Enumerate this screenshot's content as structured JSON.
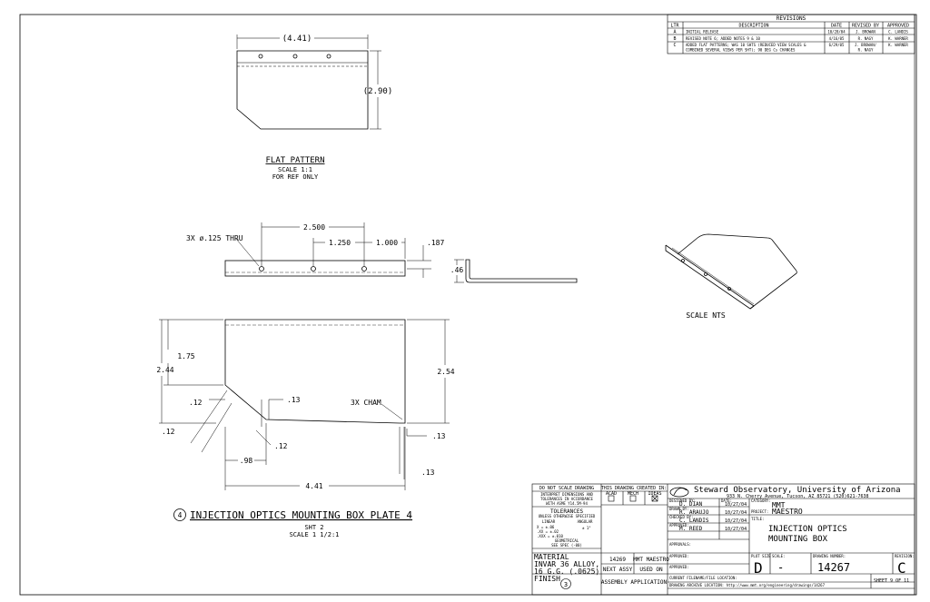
{
  "revisions": {
    "title": "REVISIONS",
    "headers": [
      "LTR",
      "DESCRIPTION",
      "DATE",
      "REVISED BY",
      "APPROVED"
    ],
    "rows": [
      {
        "ltr": "A",
        "desc1": "INITIAL RELEASE",
        "desc2": "",
        "date": "10/28/04",
        "by1": "J. BROWAN",
        "by2": "",
        "approved": "C. LANDIS"
      },
      {
        "ltr": "B",
        "desc1": "REVISED NOTE 6; ADDED NOTES 9 & 10",
        "desc2": "",
        "date": "4/16/05",
        "by1": "R. NAGY",
        "by2": "",
        "approved": "K. WARNER"
      },
      {
        "ltr": "C",
        "desc1": "ADDED FLAT PATTERNS; WAS 10 SHTS (REDUCED VIEW SCALES &",
        "desc2": "COMBINED SEVERAL VIEWS PER SHT); 90 DEG Cs CHANGES",
        "date": "6/29/05",
        "by1": "J. BROWAN/",
        "by2": "R. NAGY",
        "approved": "K. WARNER"
      }
    ]
  },
  "flat_pattern": {
    "dim_width": "(4.41)",
    "dim_height": "(2.90)",
    "title": "FLAT PATTERN",
    "scale": "SCALE 1:1",
    "note": "FOR REF ONLY"
  },
  "side_view": {
    "dim_2500": "2.500",
    "dim_1250": "1.250",
    "dim_1000": "1.000",
    "dim_187": ".187",
    "hole_callout": "3X ø.125 THRU"
  },
  "profile_view": {
    "dim_46": ".46"
  },
  "iso_view": {
    "label": "SCALE NTS"
  },
  "main_view": {
    "dim_175": "1.75",
    "dim_244": "2.44",
    "dim_254": "2.54",
    "dim_12a": ".12",
    "dim_12b": ".12",
    "dim_12c": ".12",
    "dim_13a": ".13",
    "dim_13b": ".13",
    "dim_13c": ".13",
    "dim_98": ".98",
    "dim_441": "4.41",
    "chamfer": "3X CHAM"
  },
  "view_title": {
    "number": "4",
    "text": "INJECTION OPTICS MOUNTING BOX PLATE 4",
    "sheet": "SHT 2",
    "scale": "SCALE 1 1/2:1"
  },
  "title_block": {
    "notice": "DO NOT SCALE DRAWING",
    "interpret1": "INTERPRET DIMENSIONS AND",
    "interpret2": "TOLERANCES IN ACCORDANCE",
    "interpret3": "WITH ASME Y14.5M-94",
    "tolerances_title": "TOLERANCES",
    "tolerances_sub": "UNLESS OTHERWISE SPECIFIED",
    "tol_linear": "LINEAR",
    "tol_angular": "ANGULAR",
    "tol_x": "X   = ±.06",
    "tol_xx": ".XX  = ±.02",
    "tol_xxx": ".XXX = ±.010",
    "tol_ang": "± 1°",
    "tol_geo1": "GEOMETRICAL",
    "tol_geo2": "SEE SPEC (-00)",
    "material_label": "MATERIAL",
    "material1": "INVAR 36 ALLOY,",
    "material2": "16 G.G. (.0625)",
    "finish_label": "FINISH",
    "finish_value": "3",
    "created_title": "THIS DRAWING CREATED IN:",
    "cad_acad": "ACAD",
    "cad_mech": "MECH",
    "cad_ideas": "IDEAS",
    "cad_mark": "X",
    "part_no": "14269",
    "part_name": "MMT MAESTRO",
    "next_assy": "NEXT ASSY",
    "used_on": "USED ON",
    "assembly": "ASSEMBLY APPLICATION",
    "org_name": "Steward Observatory, University of Arizona",
    "org_address": "933 N. Cherry Avenue, Tucson, AZ  85721   (520)621-7638",
    "designed_label": "DESIGNED BY:",
    "designed_by": "D. DIAN",
    "date_label": "DATE:",
    "designed_date": "10/27/04",
    "category_label": "CATEGORY:",
    "category": "MMT",
    "drawn_label": "DRAWN BY:",
    "drawn_by": "R. ARAUJO",
    "drawn_date": "10/27/04",
    "project_label": "PROJECT:",
    "project": "MAESTRO",
    "checked_label": "CHECKED BY:",
    "checked_by": "C. LANDIS",
    "checked_date": "10/27/04",
    "title_label": "TITLE:",
    "title1": "INJECTION OPTICS",
    "title2": "MOUNTING BOX",
    "approved_label": "APPROVED:",
    "approved_by": "M. REED",
    "approved_date": "10/27/04",
    "approvals_label": "APPROVALS:",
    "approvals2_label": "APPROVED:",
    "approvals3_label": "APPROVED:",
    "size_label": "PLOT SIZE",
    "scale_label": "SCALE:",
    "size_value": "D",
    "scale_value": "-",
    "dwg_label": "DRAWING NUMBER:",
    "dwg_number": "14267",
    "rev_label": "REVISION:",
    "rev_value": "C",
    "current_file": "CURRENT FILENAME/FILE LOCATION:",
    "archive": "DRAWING ARCHIVE LOCATION: http://www.mmt.org/engineering/drawings/14267",
    "sheet": "SHEET 9 OF 11"
  },
  "colors": {
    "line": "#000000",
    "hidden": "#888888",
    "background": "#ffffff"
  }
}
